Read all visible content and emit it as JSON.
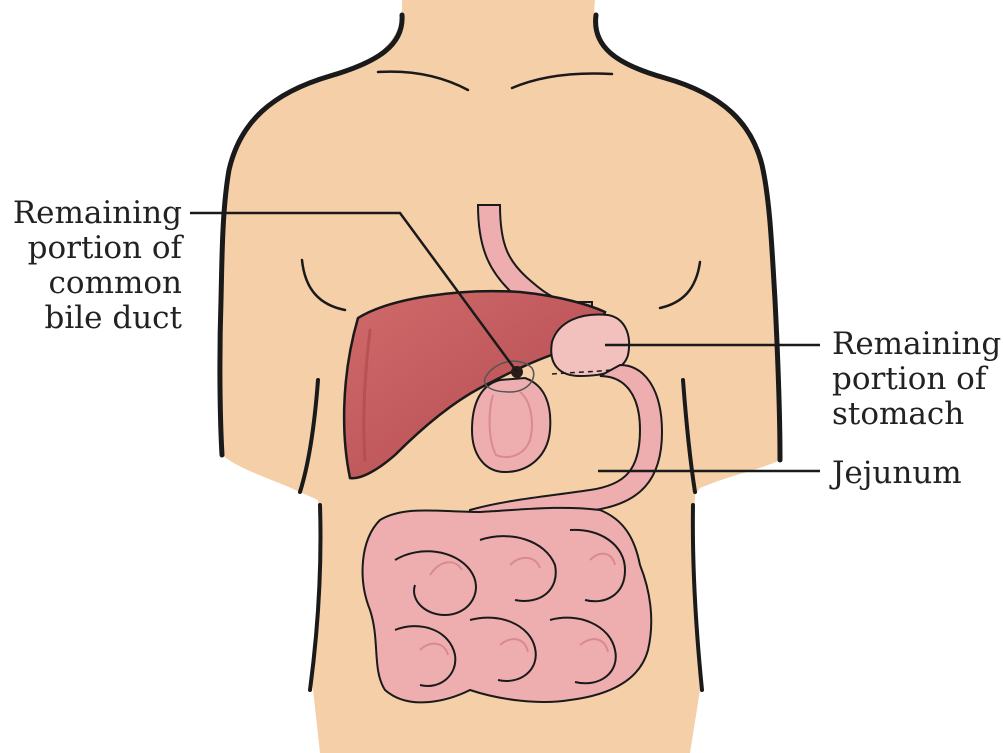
{
  "colors": {
    "skin": "#f4cfa8",
    "skin_outline": "#1a1a1a",
    "liver": "#c2575a",
    "liver_dark": "#9e3f44",
    "intestine": "#eeaeb0",
    "intestine_shade": "#d98a90",
    "stomach": "#f2c0bd",
    "line": "#1a1a1a"
  },
  "labels": {
    "bile_duct": [
      "Remaining",
      "portion of",
      "common",
      "bile duct"
    ],
    "stomach": [
      "Remaining",
      "portion of",
      "stomach"
    ],
    "jejunum": [
      "Jejunum"
    ]
  }
}
